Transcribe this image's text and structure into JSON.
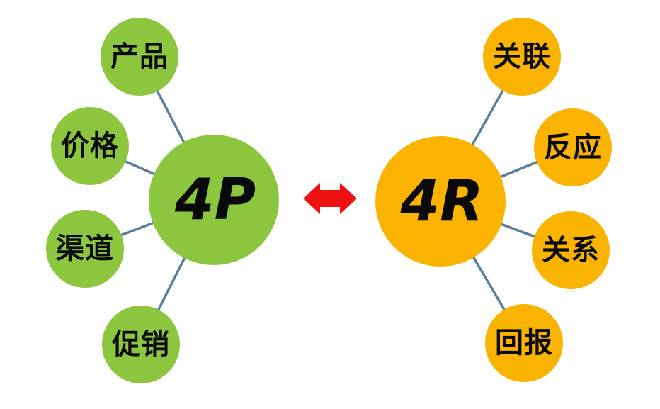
{
  "diagram": {
    "left": {
      "hub": {
        "label": "4P",
        "color": "#8CC63F"
      },
      "satellites": [
        {
          "label": "产品"
        },
        {
          "label": "价格"
        },
        {
          "label": "渠道"
        },
        {
          "label": "促销"
        }
      ]
    },
    "right": {
      "hub": {
        "label": "4R",
        "color": "#F9B300"
      },
      "satellites": [
        {
          "label": "关联"
        },
        {
          "label": "反应"
        },
        {
          "label": "关系"
        },
        {
          "label": "回报"
        }
      ]
    },
    "arrow": {
      "icon": "double-headed-arrow",
      "color": "#EE1111"
    },
    "connector": {
      "color": "#5B7E9E",
      "width": 3.5
    },
    "text_color": "#0A0A0A",
    "background_color": "#FFFFFF"
  }
}
